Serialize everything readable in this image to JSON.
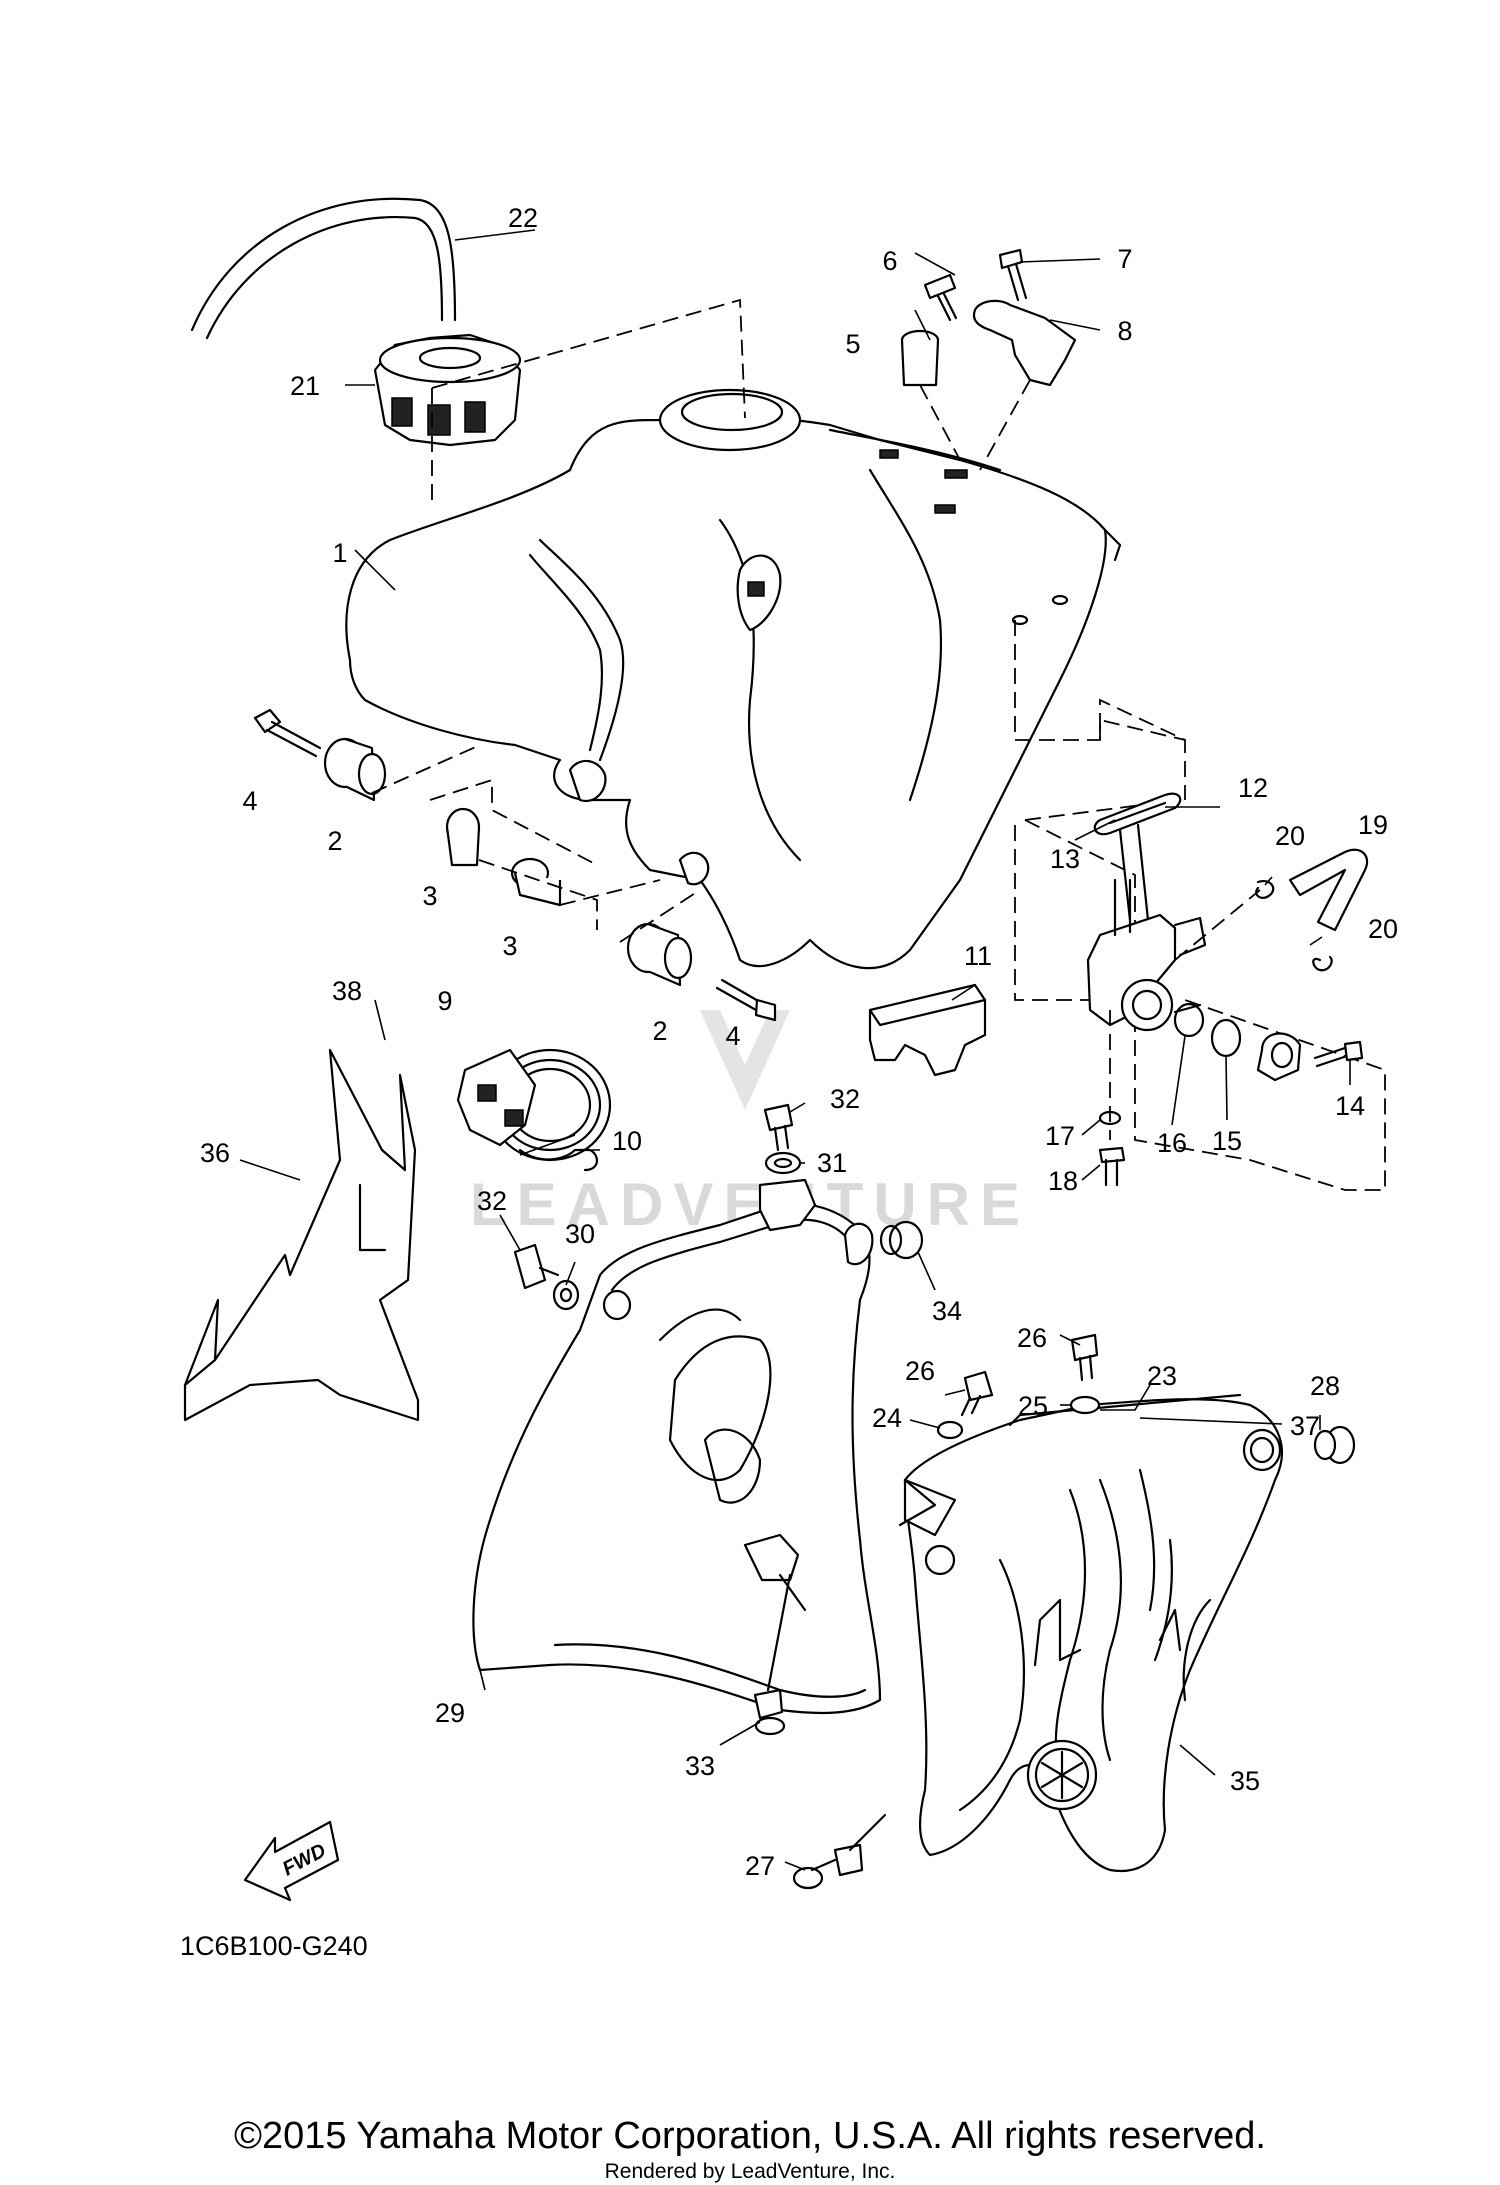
{
  "diagram": {
    "code": "1C6B100-G240",
    "fwd_label": "FWD",
    "watermark": "LEADVENTURE",
    "copyright": "©2015 Yamaha Motor Corporation, U.S.A. All rights reserved.",
    "rendered_by": "Rendered by LeadVenture, Inc."
  },
  "callouts": [
    {
      "id": "c1",
      "text": "1"
    },
    {
      "id": "c2a",
      "text": "2"
    },
    {
      "id": "c2b",
      "text": "2"
    },
    {
      "id": "c3a",
      "text": "3"
    },
    {
      "id": "c3b",
      "text": "3"
    },
    {
      "id": "c4a",
      "text": "4"
    },
    {
      "id": "c4b",
      "text": "4"
    },
    {
      "id": "c5",
      "text": "5"
    },
    {
      "id": "c6",
      "text": "6"
    },
    {
      "id": "c7",
      "text": "7"
    },
    {
      "id": "c8",
      "text": "8"
    },
    {
      "id": "c9",
      "text": "9"
    },
    {
      "id": "c10",
      "text": "10"
    },
    {
      "id": "c11",
      "text": "11"
    },
    {
      "id": "c12",
      "text": "12"
    },
    {
      "id": "c13",
      "text": "13"
    },
    {
      "id": "c14",
      "text": "14"
    },
    {
      "id": "c15",
      "text": "15"
    },
    {
      "id": "c16",
      "text": "16"
    },
    {
      "id": "c17",
      "text": "17"
    },
    {
      "id": "c18",
      "text": "18"
    },
    {
      "id": "c19",
      "text": "19"
    },
    {
      "id": "c20a",
      "text": "20"
    },
    {
      "id": "c20b",
      "text": "20"
    },
    {
      "id": "c21",
      "text": "21"
    },
    {
      "id": "c22",
      "text": "22"
    },
    {
      "id": "c23",
      "text": "23"
    },
    {
      "id": "c24",
      "text": "24"
    },
    {
      "id": "c25",
      "text": "25"
    },
    {
      "id": "c26a",
      "text": "26"
    },
    {
      "id": "c26b",
      "text": "26"
    },
    {
      "id": "c27",
      "text": "27"
    },
    {
      "id": "c28",
      "text": "28"
    },
    {
      "id": "c29",
      "text": "29"
    },
    {
      "id": "c30",
      "text": "30"
    },
    {
      "id": "c31",
      "text": "31"
    },
    {
      "id": "c32a",
      "text": "32"
    },
    {
      "id": "c32b",
      "text": "32"
    },
    {
      "id": "c33",
      "text": "33"
    },
    {
      "id": "c34",
      "text": "34"
    },
    {
      "id": "c35",
      "text": "35"
    },
    {
      "id": "c36",
      "text": "36"
    },
    {
      "id": "c37",
      "text": "37"
    },
    {
      "id": "c38",
      "text": "38"
    }
  ]
}
